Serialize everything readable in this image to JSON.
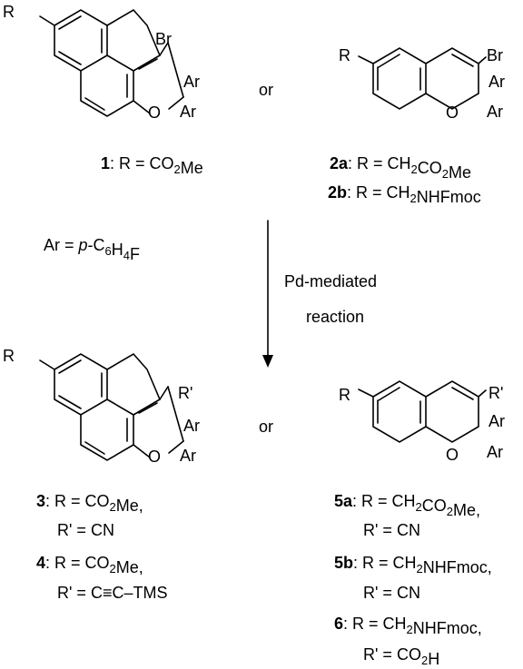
{
  "atoms": {
    "r": "R",
    "r_prime": "R'",
    "br": "Br",
    "ar": "Ar",
    "o": "O"
  },
  "connector_or": "or",
  "compound_1": {
    "id": "1",
    "r_value": "CO2Me"
  },
  "compound_2a": {
    "id": "2a",
    "r_value": "CH2CO2Me"
  },
  "compound_2b": {
    "id": "2b",
    "r_value": "CH2NHFmoc"
  },
  "ar_definition": "Ar = p-C6H4F",
  "arrow": {
    "line1": "Pd-mediated",
    "line2": "reaction"
  },
  "compound_3": {
    "id": "3",
    "r_value": "CO2Me,",
    "r_prime_value": "CN"
  },
  "compound_4": {
    "id": "4",
    "r_value": "CO2Me,",
    "r_prime_value": "C≡C–TMS"
  },
  "compound_5a": {
    "id": "5a",
    "r_value": "CH2CO2Me,",
    "r_prime_value": "CN"
  },
  "compound_5b": {
    "id": "5b",
    "r_value": "CH2NHFmoc,",
    "r_prime_value": "CN"
  },
  "compound_6": {
    "id": "6",
    "r_value": "CH2NHFmoc,",
    "r_prime_value": "CO2H"
  }
}
